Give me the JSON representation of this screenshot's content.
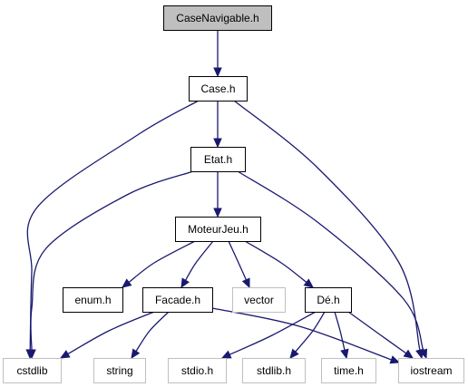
{
  "diagram": {
    "type": "include-dependency-graph",
    "colors": {
      "edge": "#191970",
      "node_border": "#000000",
      "node_border_external": "#bfbfbf",
      "root_fill": "#bfbfbf",
      "node_fill": "#ffffff"
    },
    "nodes": [
      {
        "id": "casenavigable",
        "label": "CaseNavigable.h",
        "style": "root"
      },
      {
        "id": "case",
        "label": "Case.h",
        "style": "documented"
      },
      {
        "id": "etat",
        "label": "Etat.h",
        "style": "documented"
      },
      {
        "id": "moteurjeu",
        "label": "MoteurJeu.h",
        "style": "documented"
      },
      {
        "id": "enum",
        "label": "enum.h",
        "style": "documented"
      },
      {
        "id": "facade",
        "label": "Facade.h",
        "style": "documented"
      },
      {
        "id": "vector",
        "label": "vector",
        "style": "external"
      },
      {
        "id": "de",
        "label": "Dé.h",
        "style": "documented"
      },
      {
        "id": "cstdlib",
        "label": "cstdlib",
        "style": "external"
      },
      {
        "id": "string",
        "label": "string",
        "style": "external"
      },
      {
        "id": "stdio",
        "label": "stdio.h",
        "style": "external"
      },
      {
        "id": "stdlib",
        "label": "stdlib.h",
        "style": "external"
      },
      {
        "id": "time",
        "label": "time.h",
        "style": "external"
      },
      {
        "id": "iostream",
        "label": "iostream",
        "style": "external"
      }
    ],
    "edges": [
      {
        "from": "casenavigable",
        "to": "case"
      },
      {
        "from": "case",
        "to": "etat"
      },
      {
        "from": "case",
        "to": "cstdlib"
      },
      {
        "from": "case",
        "to": "iostream"
      },
      {
        "from": "etat",
        "to": "moteurjeu"
      },
      {
        "from": "etat",
        "to": "cstdlib"
      },
      {
        "from": "etat",
        "to": "iostream"
      },
      {
        "from": "moteurjeu",
        "to": "enum"
      },
      {
        "from": "moteurjeu",
        "to": "facade"
      },
      {
        "from": "moteurjeu",
        "to": "vector"
      },
      {
        "from": "moteurjeu",
        "to": "de"
      },
      {
        "from": "facade",
        "to": "cstdlib"
      },
      {
        "from": "facade",
        "to": "string"
      },
      {
        "from": "facade",
        "to": "iostream"
      },
      {
        "from": "de",
        "to": "stdio"
      },
      {
        "from": "de",
        "to": "stdlib"
      },
      {
        "from": "de",
        "to": "time"
      },
      {
        "from": "de",
        "to": "iostream"
      }
    ]
  }
}
